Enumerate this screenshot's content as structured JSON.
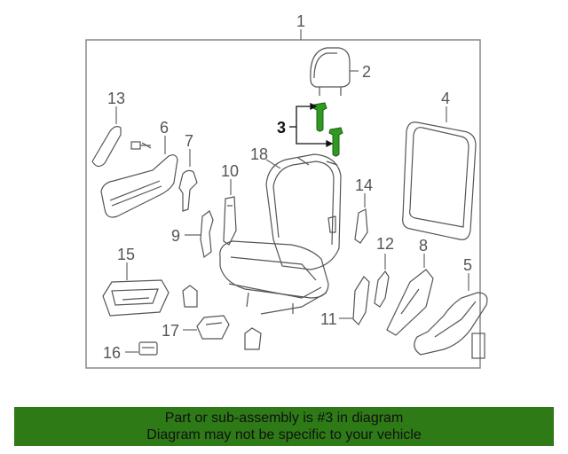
{
  "callouts": {
    "c1": "1",
    "c2": "2",
    "c3": "3",
    "c4": "4",
    "c5": "5",
    "c6": "6",
    "c7": "7",
    "c8": "8",
    "c9": "9",
    "c10": "10",
    "c11": "11",
    "c12": "12",
    "c13": "13",
    "c14": "14",
    "c15": "15",
    "c16": "16",
    "c17": "17",
    "c18": "18"
  },
  "banner": {
    "line1": "Part or sub-assembly is #3 in diagram",
    "line2": "Diagram may not be specific to your vehicle"
  },
  "colors": {
    "highlight_part": "#2f9a22",
    "banner_bg": "#2d7a16",
    "line": "#666666"
  }
}
